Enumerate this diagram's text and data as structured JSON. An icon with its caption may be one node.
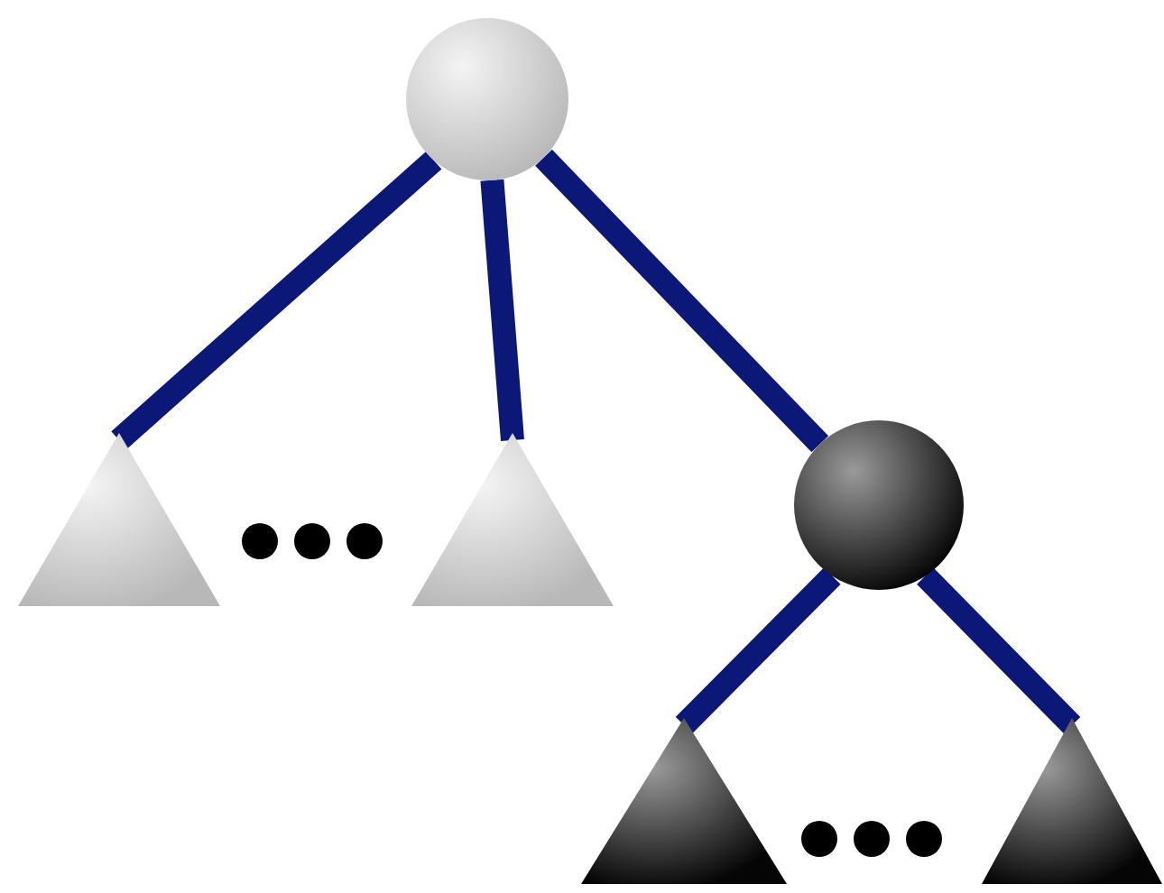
{
  "diagram": {
    "nodes": [
      {
        "text": [],
        "shape": "circle"
      },
      {
        "text": [],
        "shape": "triangle"
      },
      {
        "text": [],
        "shape": "triangle"
      },
      {
        "text": [],
        "shape": "circle"
      },
      {
        "text": [],
        "shape": "triangle"
      },
      {
        "text": [],
        "shape": "triangle"
      }
    ],
    "edges": [
      {
        "from": 0,
        "to": 1,
        "arrow": "none"
      },
      {
        "from": 0,
        "to": 2,
        "arrow": "none"
      },
      {
        "from": 0,
        "to": 3,
        "arrow": "none"
      },
      {
        "from": 3,
        "to": 4,
        "arrow": "none"
      },
      {
        "from": 3,
        "to": 5,
        "arrow": "none"
      }
    ]
  }
}
